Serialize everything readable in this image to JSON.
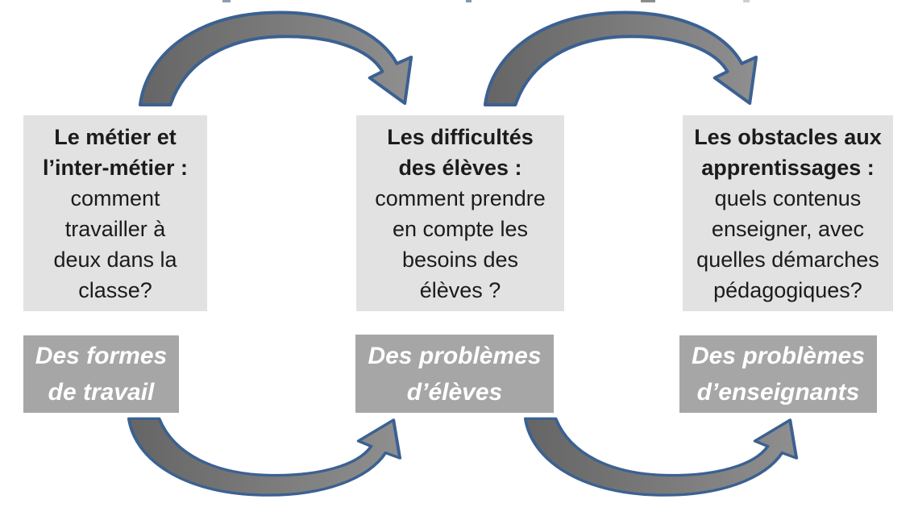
{
  "colors": {
    "canvas_bg": "#ffffff",
    "problem_box_bg": "#e2e2e2",
    "problem_text": "#1b1b1b",
    "category_box_bg": "#a6a6a6",
    "category_text": "#ffffff",
    "arrow_outline": "#3b6191",
    "arrow_fill_start": "#656565",
    "arrow_fill_end": "#8f8f8f"
  },
  "diagram": {
    "columns": [
      {
        "problem_title": "Le métier et\nl’inter-métier :",
        "problem_body": "comment\ntravailler à\ndeux dans la\nclasse?",
        "category": "Des formes\nde travail"
      },
      {
        "problem_title": "Les difficultés\ndes élèves :",
        "problem_body": "comment prendre\nen compte les\nbesoins des\nélèves ?",
        "category": "Des problèmes\nd’élèves"
      },
      {
        "problem_title": "Les obstacles aux\napprentissages :",
        "problem_body": "quels contenus\nenseigner, avec\nquelles démarches\npédagogiques?",
        "category": "Des problèmes\nd’enseignants"
      }
    ],
    "arrows": [
      {
        "name": "top-arrow-1",
        "from": "problem-box-1",
        "to": "problem-box-2",
        "path": "over-top"
      },
      {
        "name": "top-arrow-2",
        "from": "problem-box-2",
        "to": "problem-box-3",
        "path": "over-top"
      },
      {
        "name": "bottom-arrow-1",
        "from": "category-box-1",
        "to": "category-box-2",
        "path": "under-bottom"
      },
      {
        "name": "bottom-arrow-2",
        "from": "category-box-2",
        "to": "category-box-3",
        "path": "under-bottom"
      }
    ]
  }
}
